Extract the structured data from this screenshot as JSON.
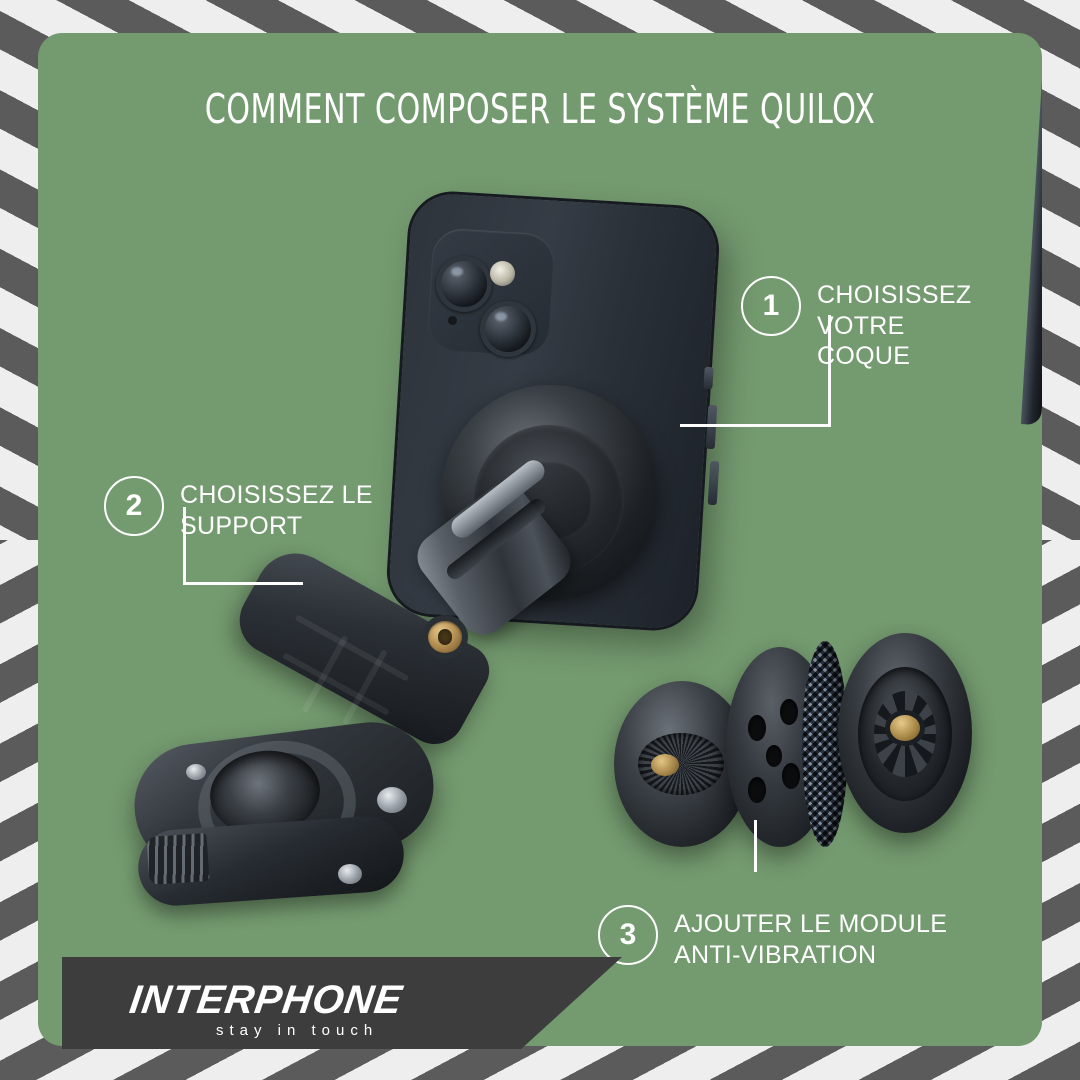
{
  "page": {
    "title": "COMMENT COMPOSER LE SYSTÈME QUILOX",
    "background_color": "#749a6f",
    "border_stripe_dark": "#5b5b5b",
    "border_stripe_light": "#eeeeee",
    "text_color": "#ffffff"
  },
  "callouts": [
    {
      "number": "1",
      "label": "CHOISISSEZ VOTRE\nCOQUE"
    },
    {
      "number": "2",
      "label": "CHOISISSEZ LE\nSUPPORT"
    },
    {
      "number": "3",
      "label": "AJOUTER LE MODULE\nANTI-VIBRATION"
    }
  ],
  "brand": {
    "name": "INTERPHONE",
    "tagline": "stay in touch",
    "banner_color": "#3d3d3d"
  },
  "product": {
    "phone_color": "#2a3038",
    "hardware_color": "#2b3036",
    "brass_color": "#b08f52"
  }
}
